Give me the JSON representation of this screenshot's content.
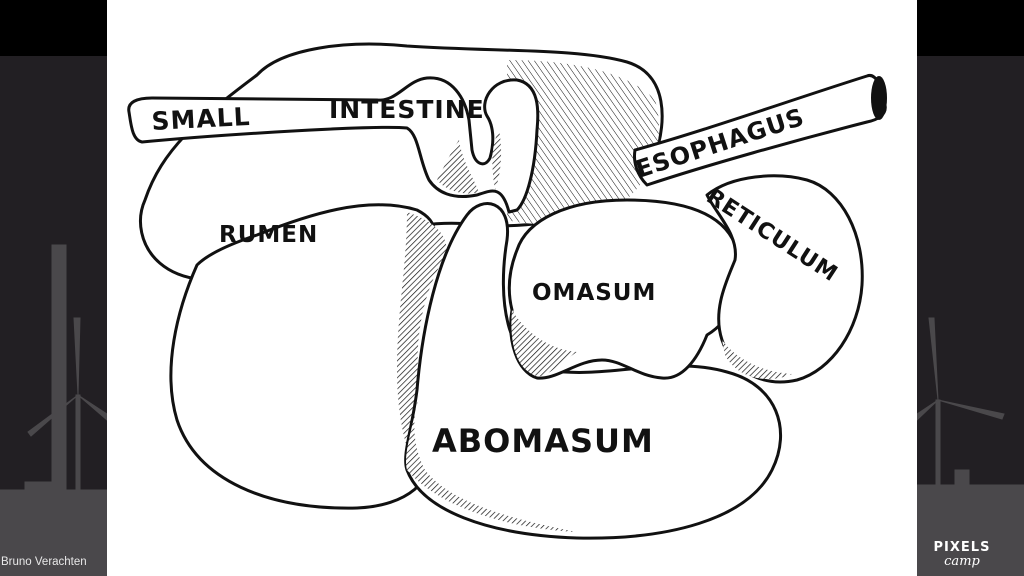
{
  "slide": {
    "labels": {
      "small": "SMALL",
      "intestine": "INTESTINE",
      "esophagus": "ESOPHAGUS",
      "rumen": "RUMEN",
      "reticulum": "RETICULUM",
      "omasum": "OMASUM",
      "abomasum": "ABOMASUM"
    }
  },
  "footer": {
    "author": "Bruno Verachten",
    "logo_line1": "PIXELS",
    "logo_line2": "camp"
  },
  "colors": {
    "background": "#1b1a1c",
    "top_band": "#000000",
    "side_band": "#221f23",
    "silhouette": "#4a484b",
    "slide_bg": "#ffffff",
    "ink": "#111111"
  },
  "icons": [
    "wind-turbine-icon",
    "factory-chimney-icon",
    "pixels-camp-logo"
  ]
}
